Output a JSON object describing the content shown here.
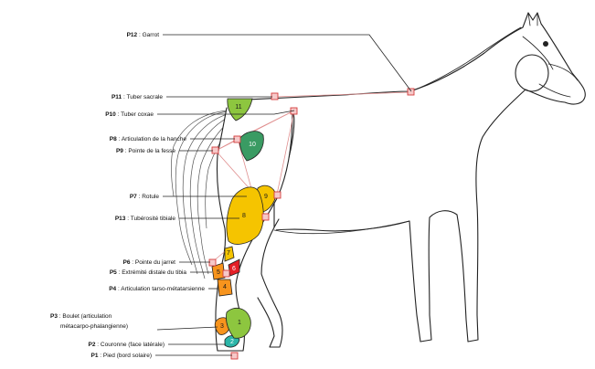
{
  "labels": [
    {
      "id": "P12",
      "code": "P12",
      "text": "Garrot"
    },
    {
      "id": "P11",
      "code": "P11",
      "text": "Tuber sacrale"
    },
    {
      "id": "P10",
      "code": "P10",
      "text": "Tuber coxae"
    },
    {
      "id": "P8",
      "code": "P8",
      "text": "Articulation de la hanche"
    },
    {
      "id": "P9",
      "code": "P9",
      "text": "Pointe de la fesse"
    },
    {
      "id": "P7",
      "code": "P7",
      "text": "Rotule"
    },
    {
      "id": "P13",
      "code": "P13",
      "text": "Tubérosité tibiale"
    },
    {
      "id": "P6",
      "code": "P6",
      "text": "Pointe du jarret"
    },
    {
      "id": "P5",
      "code": "P5",
      "text": "Extrémité distale du tibia"
    },
    {
      "id": "P4",
      "code": "P4",
      "text": "Articulation tarso-métatarsienne"
    },
    {
      "id": "P3",
      "code": "P3",
      "text": "Boulet (articulation",
      "text2": "métacarpo-phalangienne)"
    },
    {
      "id": "P2",
      "code": "P2",
      "text": "Couronne (face latérale)"
    },
    {
      "id": "P1",
      "code": "P1",
      "text": "Pied (bord solaire)"
    }
  ],
  "segments": [
    {
      "num": "11",
      "color": "#8dc63f"
    },
    {
      "num": "10",
      "color": "#3a9b63"
    },
    {
      "num": "9",
      "color": "#f5c400"
    },
    {
      "num": "8",
      "color": "#f5c400"
    },
    {
      "num": "7",
      "color": "#f5c400"
    },
    {
      "num": "6",
      "color": "#e41e26"
    },
    {
      "num": "5",
      "color": "#f7941d"
    },
    {
      "num": "4",
      "color": "#f7941d"
    },
    {
      "num": "3",
      "color": "#f7941d"
    },
    {
      "num": "2",
      "color": "#2bb5a8"
    },
    {
      "num": "1",
      "color": "#8dc63f"
    }
  ]
}
